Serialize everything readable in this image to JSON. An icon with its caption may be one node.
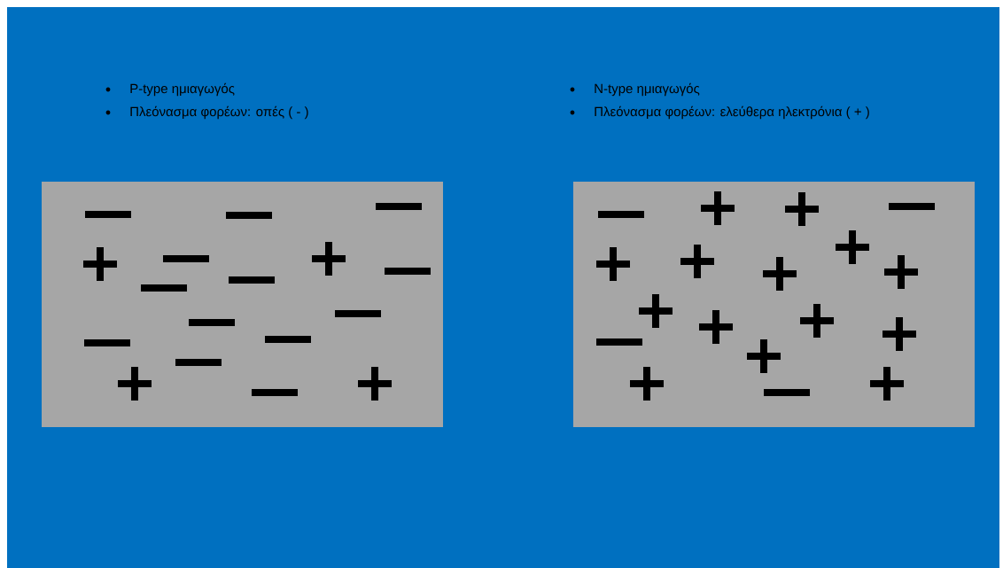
{
  "diagram": {
    "labels": [
      "P-type ημιαγωγός",
      "Πλεόνασμα φορέων: οπές ( - )",
      "N-type ημιαγωγός",
      "Πλεόνασμα φορέων: ελεύθερα ηλεκτρόνια ( + )"
    ]
  }
}
